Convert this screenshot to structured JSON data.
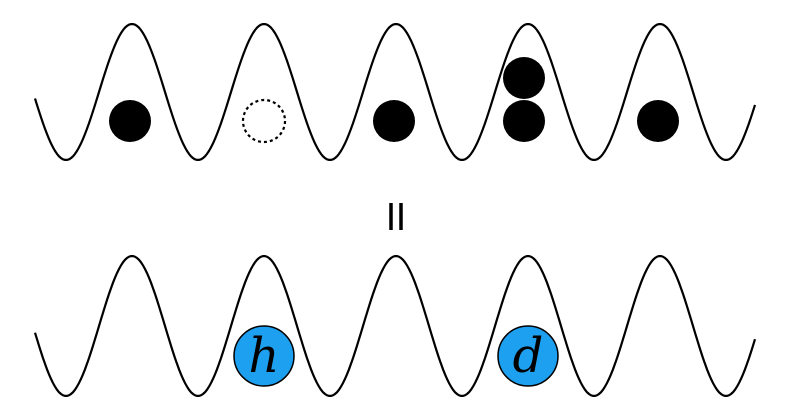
{
  "diagram": {
    "top_row": {
      "description_free": true,
      "sites": [
        {
          "occupancy": 1
        },
        {
          "occupancy": 0
        },
        {
          "occupancy": 1
        },
        {
          "occupancy": 2
        },
        {
          "occupancy": 1
        }
      ]
    },
    "relation": {
      "symbol": "equals"
    },
    "bottom_row": {
      "quasiparticles": [
        {
          "label": "h",
          "site": 1,
          "color": "#1ea0f0"
        },
        {
          "label": "d",
          "site": 3,
          "color": "#1ea0f0"
        }
      ]
    },
    "colors": {
      "particle": "#000000",
      "quasiparticle": "#1ea0f0"
    }
  }
}
